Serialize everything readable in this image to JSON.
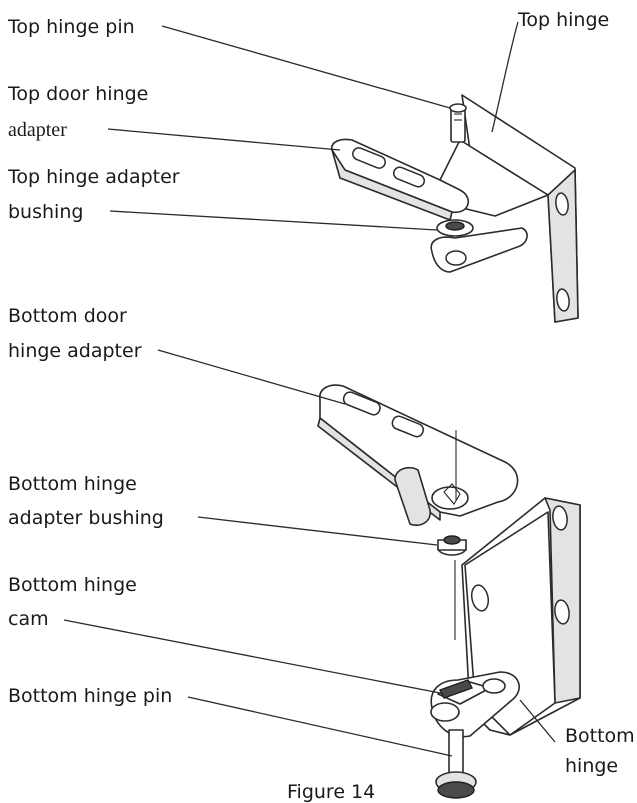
{
  "figure": {
    "caption": "Figure 14",
    "labels": {
      "top_hinge_pin": "Top hinge pin",
      "top_hinge": "Top hinge",
      "top_door_hinge_adapter_1": "Top door hinge",
      "top_door_hinge_adapter_2": "adapter",
      "top_hinge_adapter_bushing_1": "Top hinge adapter",
      "top_hinge_adapter_bushing_2": "bushing",
      "bottom_door_hinge_adapter_1": "Bottom door",
      "bottom_door_hinge_adapter_2": "hinge adapter",
      "bottom_hinge_adapter_bushing_1": "Bottom hinge",
      "bottom_hinge_adapter_bushing_2": "adapter bushing",
      "bottom_hinge_cam_1": "Bottom hinge",
      "bottom_hinge_cam_2": "cam",
      "bottom_hinge_pin": "Bottom hinge pin",
      "bottom_hinge_1": "Bottom",
      "bottom_hinge_2": "hinge"
    }
  }
}
